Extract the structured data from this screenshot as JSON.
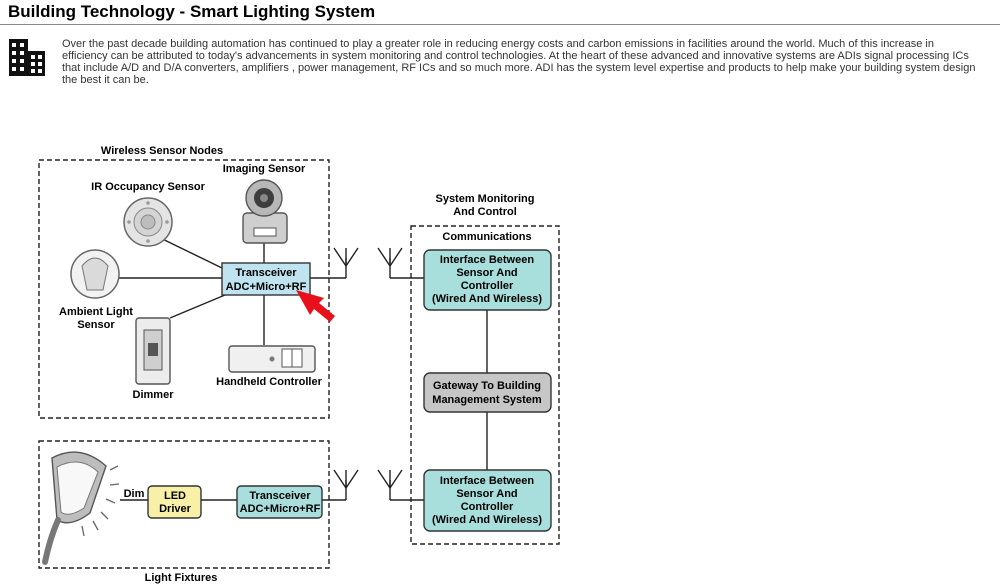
{
  "page": {
    "title": "Building Technology - Smart Lighting System",
    "intro": "Over the past decade building automation has continued to play a greater role in reducing energy costs and carbon emissions in facilities around the world. Much of this increase in efficiency can be attributed to today's advancements in system monitoring and control technologies. At the heart of these advanced and innovative systems are ADIs signal processing ICs that include A/D and D/A converters, amplifiers , power management, RF ICs and so much more. ADI has the system level expertise and products to help make your building system design the best it can be."
  },
  "diagram": {
    "wireless_group": "Wireless Sensor Nodes",
    "imaging_sensor": "Imaging Sensor",
    "ir_sensor": "IR Occupancy Sensor",
    "ambient_sensor_1": "Ambient Light",
    "ambient_sensor_2": "Sensor",
    "dimmer": "Dimmer",
    "handheld": "Handheld Controller",
    "transceiver_top_1": "Transceiver",
    "transceiver_top_2": "ADC+Micro+RF",
    "monitoring_1": "System Monitoring",
    "monitoring_2": "And Control",
    "communications": "Communications",
    "interface_top": [
      "Interface Between",
      "Sensor And",
      "Controller",
      "(Wired And Wireless)"
    ],
    "gateway": [
      "Gateway To Building",
      "Management System"
    ],
    "interface_bottom": [
      "Interface Between",
      "Sensor And",
      "Controller",
      "(Wired And Wireless)"
    ],
    "dim": "Dim",
    "led_driver": [
      "LED",
      "Driver"
    ],
    "transceiver_bottom_1": "Transceiver",
    "transceiver_bottom_2": "ADC+Micro+RF",
    "fixtures_group": "Light Fixtures"
  },
  "colors": {
    "transceiver_fill": "#bfe3ef",
    "interface_fill": "#a8dfdc",
    "gateway_fill": "#c6c6c6",
    "led_driver_fill": "#f8f0a6",
    "pointer_arrow": "#e8101a"
  },
  "icons": [
    "building-icon",
    "ir-occupancy-sensor-icon",
    "imaging-camera-icon",
    "ambient-light-sensor-icon",
    "dimmer-switch-icon",
    "handheld-controller-icon",
    "antenna-icon",
    "street-light-icon",
    "pointer-arrow-icon"
  ]
}
